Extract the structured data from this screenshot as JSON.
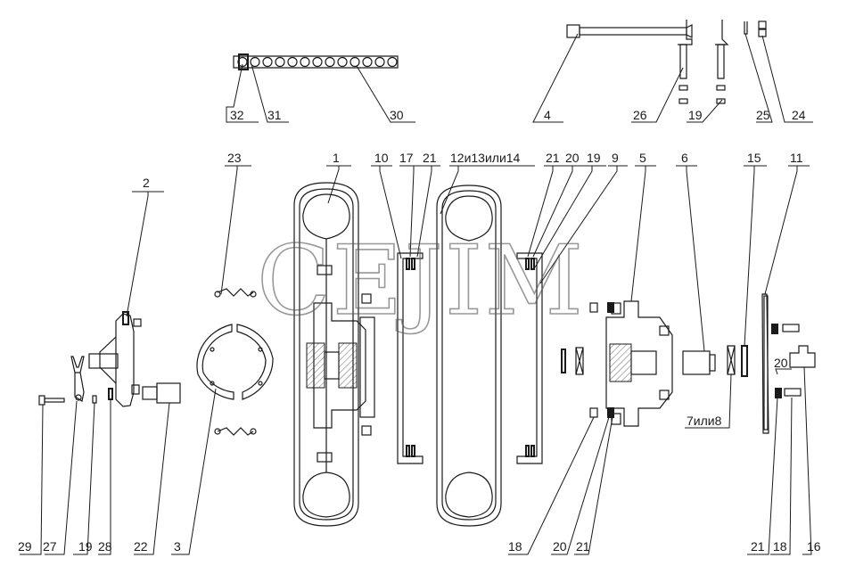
{
  "watermark": "CEJIM",
  "labels": {
    "l1": "1",
    "l2": "2",
    "l3": "3",
    "l4": "4",
    "l5": "5",
    "l6": "6",
    "l7": "7или8",
    "l9": "9",
    "l10": "10",
    "l11": "11",
    "l12": "12и13или14",
    "l15": "15",
    "l16": "16",
    "l17": "17",
    "l18a": "18",
    "l18b": "18",
    "l19a": "19",
    "l19b": "19",
    "l19c": "19",
    "l20a": "20",
    "l20b": "20",
    "l20c": "20",
    "l21a": "21",
    "l21b": "21",
    "l21c": "21",
    "l21d": "21",
    "l22": "22",
    "l23": "23",
    "l24": "24",
    "l25": "25",
    "l26": "26",
    "l27": "27",
    "l28": "28",
    "l29": "29",
    "l30": "30",
    "l31": "31",
    "l32": "32"
  }
}
